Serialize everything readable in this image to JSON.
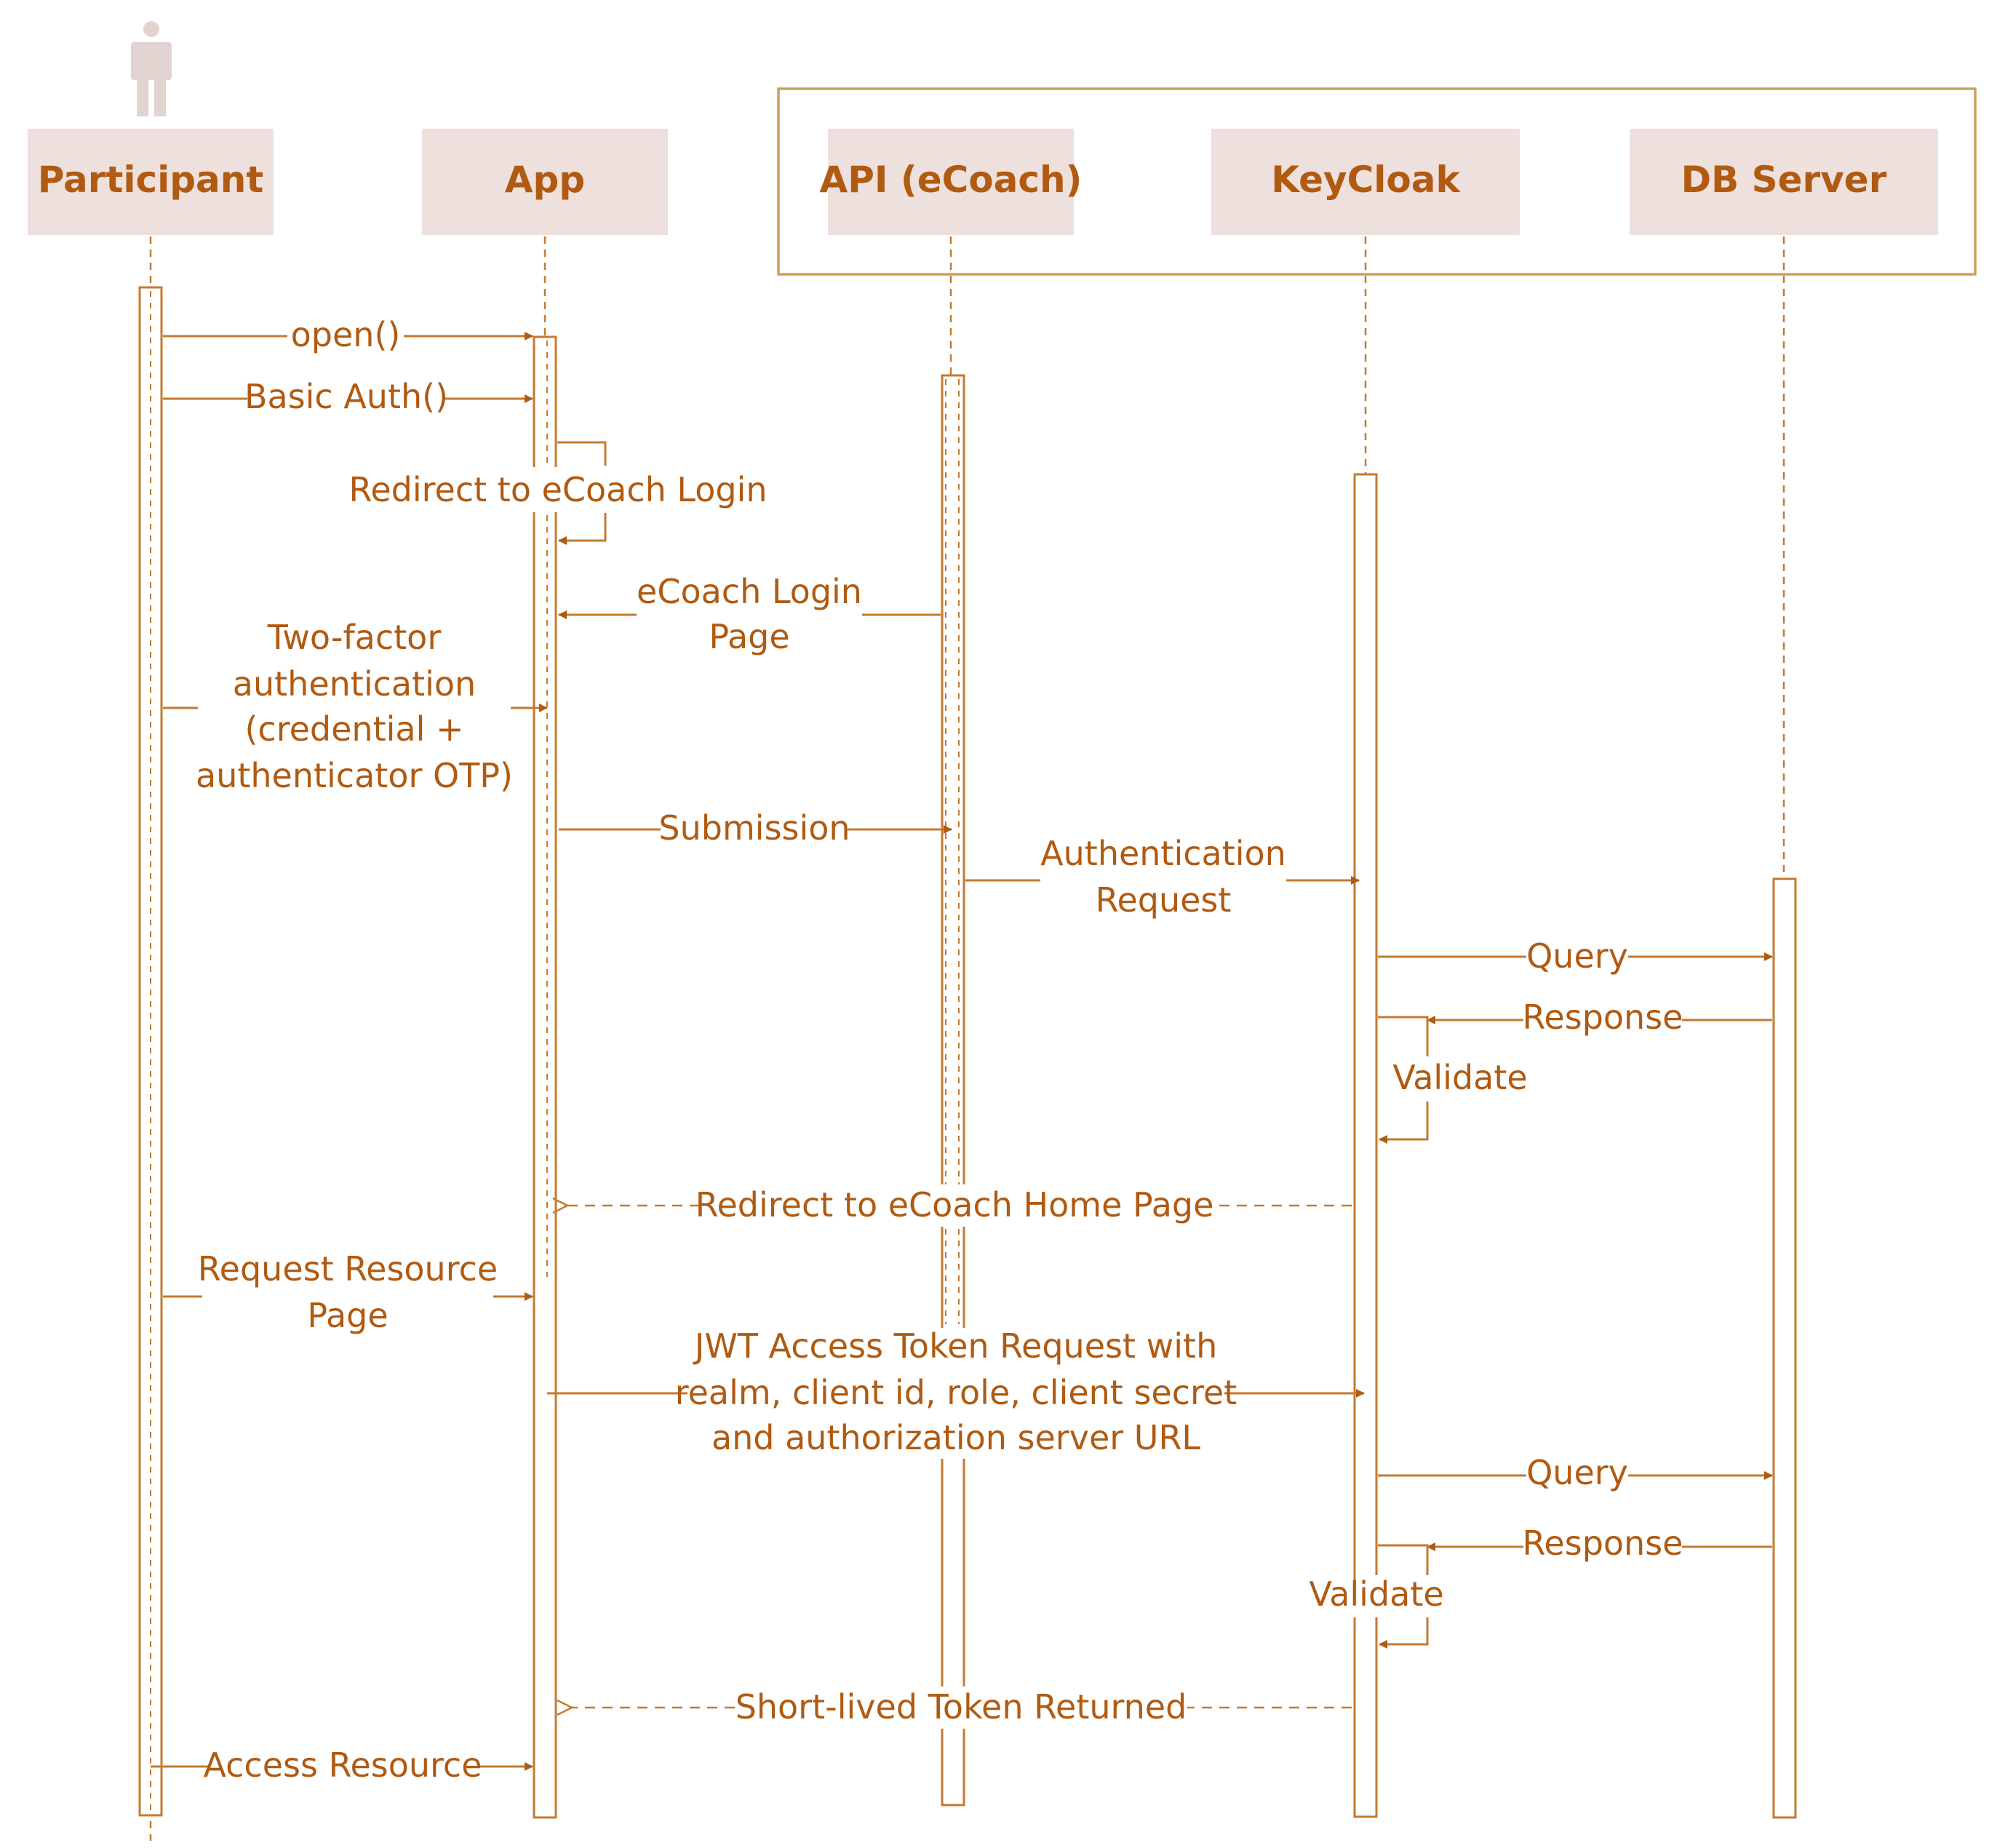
{
  "participants": {
    "participant": "Participant",
    "app": "App",
    "api": "API (eCoach)",
    "keycloak": "KeyCloak",
    "db": "DB Server"
  },
  "messages": {
    "open": "open()",
    "basic_auth": "Basic Auth()",
    "redirect_login": "Redirect to eCoach Login",
    "login_page_1": "eCoach Login",
    "login_page_2": "Page",
    "twofa_1": "Two-factor",
    "twofa_2": "authentication",
    "twofa_3": "(credential +",
    "twofa_4": "authenticator OTP)",
    "submission": "Submission",
    "auth_req_1": "Authentication",
    "auth_req_2": "Request",
    "query_1": "Query",
    "response_1": "Response",
    "validate_1": "Validate",
    "redirect_home": "Redirect to eCoach Home Page",
    "req_res_1": "Request Resource",
    "req_res_2": "Page",
    "jwt_1": "JWT Access Token Request with",
    "jwt_2": "realm, client id, role, client secret",
    "jwt_3": "and authorization server URL",
    "query_2": "Query",
    "response_2": "Response",
    "validate_2": "Validate",
    "token_returned": "Short-lived Token Returned",
    "access_resource": "Access Resource"
  },
  "colors": {
    "line": "#c47a2f",
    "text": "#b05a12",
    "header_fill": "#eee0dc",
    "group_border": "#c9a35a"
  }
}
